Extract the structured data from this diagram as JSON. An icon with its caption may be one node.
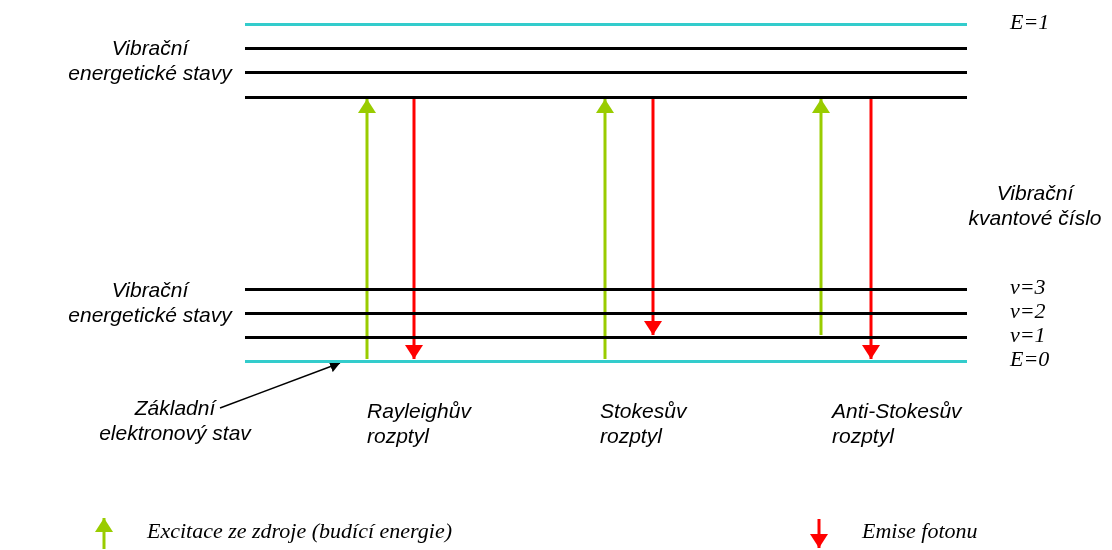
{
  "diagram": {
    "nodes": [
      {
        "text": [],
        "shape": "bar",
        "beside": [
          "E=1"
        ]
      },
      {
        "text": [],
        "shape": "bar"
      },
      {
        "text": [],
        "shape": "bar"
      },
      {
        "text": [],
        "shape": "bar"
      },
      {
        "text": [],
        "shape": "bar",
        "beside": [
          "v=3"
        ]
      },
      {
        "text": [],
        "shape": "bar",
        "beside": [
          "v=2"
        ]
      },
      {
        "text": [],
        "shape": "bar",
        "beside": [
          "v=1"
        ]
      },
      {
        "text": [],
        "shape": "bar",
        "beside": [
          "E=0"
        ]
      },
      {
        "text": [
          "Základní elektronový stav"
        ]
      }
    ],
    "edges": [
      {
        "from": 8,
        "to": 7,
        "arrow": "to",
        "color": "#000000"
      },
      {
        "from": 7,
        "to": 3,
        "arrow": "to",
        "color": "#99cc00"
      },
      {
        "from": 3,
        "to": 7,
        "arrow": "to",
        "color": "#ff0000"
      },
      {
        "from": 7,
        "to": 3,
        "arrow": "to",
        "color": "#99cc00"
      },
      {
        "from": 3,
        "to": 6,
        "arrow": "to",
        "color": "#ff0000"
      },
      {
        "from": 6,
        "to": 3,
        "arrow": "to",
        "color": "#99cc00"
      },
      {
        "from": 3,
        "to": 7,
        "arrow": "to",
        "color": "#ff0000"
      }
    ],
    "labels": [
      "Vibrační energetické stavy",
      "Vibrační kvantové číslo",
      "Vibrační energetické stavy",
      "Rayleighův rozptyl",
      "Stokesův rozptyl",
      "Anti-Stokesův rozptyl"
    ],
    "legend": [
      {
        "text": "Excitace ze zdroje (budící energie)"
      },
      {
        "text": "Emise fotonu"
      }
    ]
  }
}
